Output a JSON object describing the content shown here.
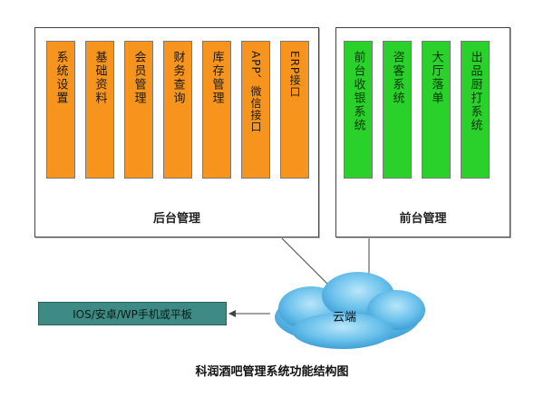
{
  "back_office": {
    "title": "后台管理",
    "modules": [
      "系统设置",
      "基础资料",
      "会员管理",
      "财务查询",
      "库存管理",
      "APP、微信接口",
      "ERP接口"
    ]
  },
  "front_office": {
    "title": "前台管理",
    "modules": [
      "前台收银系统",
      "咨客系统",
      "大厅落单",
      "出品厨打系统"
    ]
  },
  "cloud": {
    "label": "云端"
  },
  "client": {
    "label": "IOS/安卓/WP手机或平板"
  },
  "caption": "科润酒吧管理系统功能结构图",
  "colors": {
    "back_module": "#f7941d",
    "front_module": "#2bd12b",
    "client_box": "#3d8b84",
    "cloud": "#5bb8e6"
  }
}
